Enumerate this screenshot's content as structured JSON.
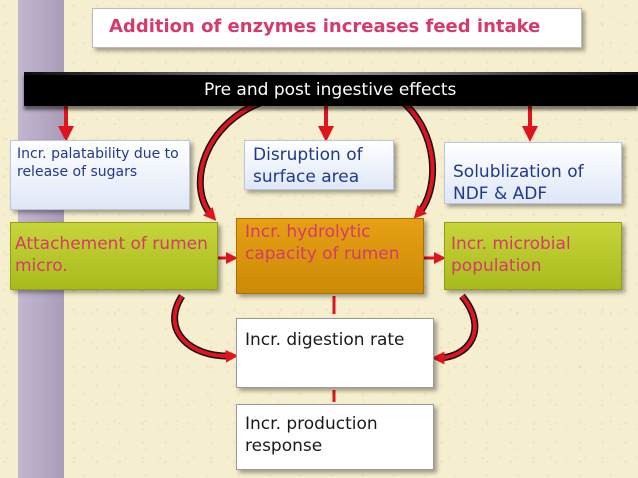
{
  "title": "Addition of enzymes increases feed intake",
  "banner": "Pre and post ingestive effects",
  "boxes": {
    "palatability": "Incr. palatability due to release of sugars",
    "disruption": "Disruption of surface area",
    "solubilization": "Solublization of NDF & ADF",
    "attachment": "Attachement of rumen micro.",
    "hydrolytic": "Incr. hydrolytic capacity of rumen",
    "microbial": "Incr. microbial population",
    "digestion": "Incr. digestion rate",
    "production": "Incr. production response"
  },
  "colors": {
    "title_text": "#d63a6a",
    "arrow_red": "#e0141e",
    "green_box": "#b8c82a",
    "orange_box": "#d99210",
    "blue_text": "#1f3a8c"
  }
}
